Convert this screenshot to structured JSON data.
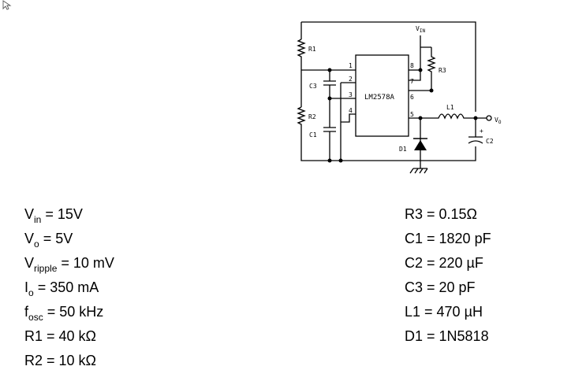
{
  "schematic": {
    "ic_label": "LM2578A",
    "vin_label": "V",
    "vin_sub": "IN",
    "vout_label": "V",
    "vout_sub": "O",
    "pins": [
      "1",
      "2",
      "3",
      "4",
      "5",
      "6",
      "7",
      "8"
    ],
    "components": {
      "r1": "R1",
      "r2": "R2",
      "r3": "R3",
      "c1": "C1",
      "c2": "C2",
      "c3": "C3",
      "l1": "L1",
      "d1": "D1"
    },
    "plus_sign": "+"
  },
  "specs_left": [
    {
      "sym": "V",
      "sub": "in",
      "eq": " = 15V"
    },
    {
      "sym": "V",
      "sub": "o",
      "eq": " = 5V"
    },
    {
      "sym": "V",
      "sub": "ripple",
      "eq": " = 10 mV"
    },
    {
      "sym": "I",
      "sub": "o",
      "eq": " = 350 mA"
    },
    {
      "sym": "f",
      "sub": "osc",
      "eq": " = 50 kHz"
    },
    {
      "sym": "R1 = 40 kΩ",
      "sub": "",
      "eq": ""
    },
    {
      "sym": "R2 = 10 kΩ",
      "sub": "",
      "eq": ""
    }
  ],
  "specs_right": [
    "R3 = 0.15Ω",
    "C1 = 1820 pF",
    "C2 = 220 µF",
    "C3 = 20 pF",
    "L1 = 470 µH",
    "D1 = 1N5818"
  ]
}
